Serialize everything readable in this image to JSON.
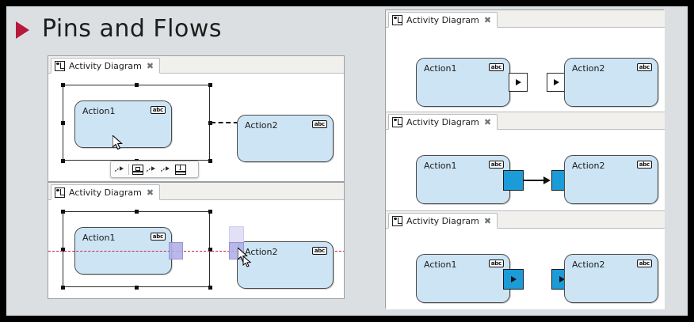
{
  "slide": {
    "title": "Pins and Flows",
    "bullet_icon": "triangle-right-icon",
    "bullet_color": "#b51a3c",
    "background": "#dcdfe1",
    "border_color": "#000000"
  },
  "palette": {
    "action_fill": "#cde4f4",
    "action_border": "#4a4a4a",
    "pin_blue": "#1b9bd8",
    "pin_lavender": "#b3b0e8",
    "pin_lavender_ghost": "#e2e0f6",
    "guide_red": "#d01c4e",
    "tab_strip": "#f1f0ed"
  },
  "tab": {
    "label": "Activity Diagram",
    "close_glyph": "✖",
    "icon_name": "activity-diagram-icon"
  },
  "nodes": {
    "action1": "Action1",
    "action2": "Action2",
    "badge": "abc"
  },
  "panels": [
    {
      "id": "left-top",
      "caption": "Activity Diagram",
      "description": "Action1 selected with control-flow dashed arrow to Action2 and floating mini toolbar"
    },
    {
      "id": "left-bottom",
      "caption": "Activity Diagram",
      "description": "Dragging a pin along a red alignment guide between Action1 and Action2"
    },
    {
      "id": "right-1",
      "caption": "Activity Diagram",
      "description": "White output and input pins shown unconnected"
    },
    {
      "id": "right-2",
      "caption": "Activity Diagram",
      "description": "Blue pins joined by an object flow arrow"
    },
    {
      "id": "right-3",
      "caption": "Activity Diagram",
      "description": "Blue pins with directional arrow glyphs"
    }
  ],
  "minibar": {
    "name": "floating-action-toolbar",
    "items": [
      {
        "name": "control-flow-icon",
        "glyph": "↠"
      },
      {
        "name": "object-node-icon",
        "glyph": "▣"
      },
      {
        "name": "object-flow-icon",
        "glyph": "↠"
      },
      {
        "name": "control-flow-2-icon",
        "glyph": "↠"
      },
      {
        "name": "text-note-icon",
        "glyph": "I"
      }
    ]
  },
  "cursors": [
    {
      "name": "pointer-cursor",
      "location": "left-top-panel-action1"
    },
    {
      "name": "drag-cursor",
      "location": "left-bottom-panel-pin"
    }
  ]
}
